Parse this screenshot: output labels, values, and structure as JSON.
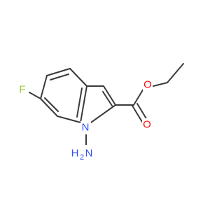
{
  "molecule": {
    "atoms": {
      "fluorine": "F",
      "oxygen_ester": "O",
      "oxygen_carbonyl": "O",
      "nitrogen_ring": "N",
      "amino_n": "N",
      "amino_h": "H",
      "amino_h_count": "2"
    },
    "colors": {
      "bond": "#3a3a3a",
      "fluorine": "#9acd32",
      "oxygen": "#ff0d0d",
      "nitrogen": "#3050f8",
      "background": "#ffffff"
    }
  }
}
